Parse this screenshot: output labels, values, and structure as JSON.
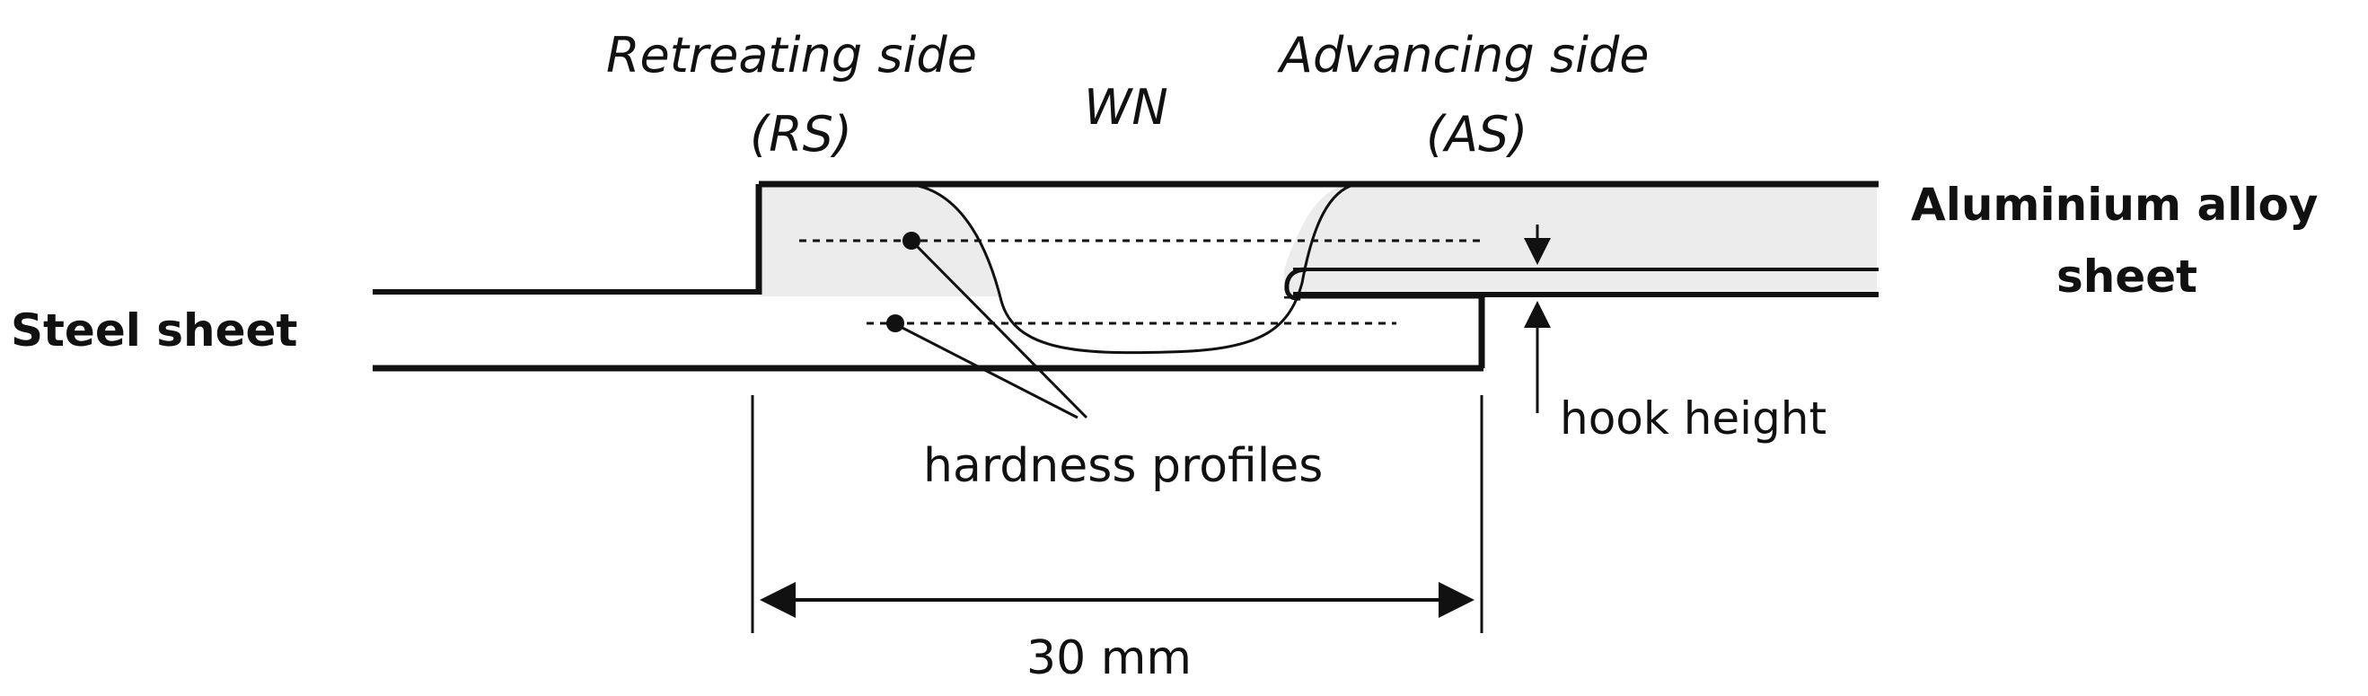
{
  "labels": {
    "retreating_side": "Retreating side",
    "rs": "(RS)",
    "wn": "WN",
    "advancing_side": "Advancing side",
    "as": "(AS)",
    "aluminium_line1": "Aluminium alloy",
    "aluminium_line2": "sheet",
    "steel_sheet": "Steel sheet",
    "hook_height": "hook height",
    "hardness_profiles": "hardness profiles",
    "dimension": "30 mm"
  },
  "colors": {
    "line": "#111111",
    "aluminium_fill": "#ececec",
    "steel_fill": "#ffffff"
  }
}
